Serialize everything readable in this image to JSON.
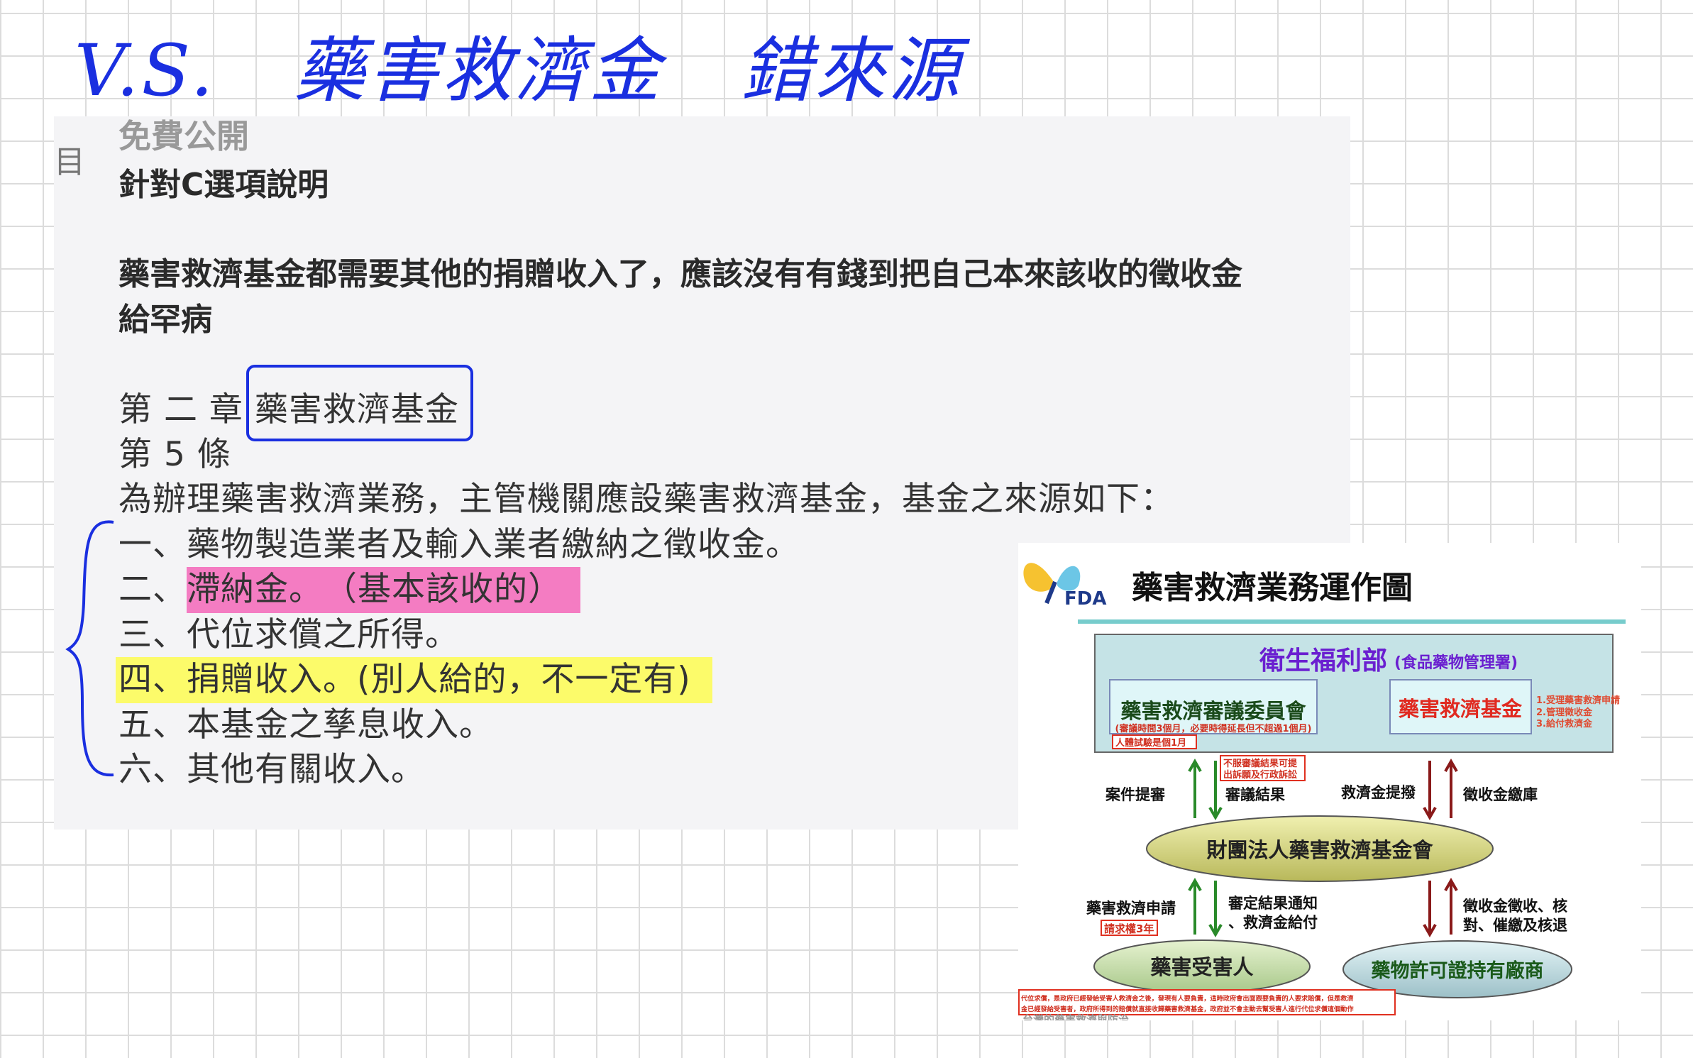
{
  "handwriting": {
    "vs": "V.S.",
    "subject": "藥害救濟金",
    "note": "錯來源",
    "color": "#1a2fe0"
  },
  "panel": {
    "cut_heading": "免費公開",
    "side_label": "目",
    "heading": "針對C選項說明",
    "paragraph": [
      "藥害救濟基金都需要其他的捐贈收入了，應該沒有有錢到把自己本來該收的徵收金",
      "給罕病"
    ],
    "chapter_prefix": "第 二 章 ",
    "chapter_title": "藥害救濟基金",
    "article": "第 5 條",
    "intro": "為辦理藥害救濟業務，主管機關應設藥害救濟基金，基金之來源如下：",
    "items": [
      {
        "num": "一、",
        "text": "藥物製造業者及輸入業者繳納之徵收金。"
      },
      {
        "num": "二、",
        "text": "滯納金。　（基本該收的）",
        "highlight": "#f47cc2"
      },
      {
        "num": "三、",
        "text": "代位求償之所得。"
      },
      {
        "num": "四、",
        "text": "捐贈收入。(別人給的，不一定有)",
        "highlight": "#fcfb6a"
      },
      {
        "num": "五、",
        "text": "本基金之孳息收入。"
      },
      {
        "num": "六、",
        "text": "其他有關收入。"
      }
    ]
  },
  "diagram": {
    "logo": "FDA",
    "title": "藥害救濟業務運作圖",
    "ministry": "衛生福利部",
    "ministry_sub": "(食品藥物管理署)",
    "committee": "藥害救濟審議委員會",
    "committee_note": "(審議時間3個月，必要時得延長但不超過1個月)",
    "committee_box": "人體試驗是個1月",
    "fund": "藥害救濟基金",
    "fund_duties": [
      "1.受理藥害救濟申請",
      "2.管理徵收金",
      "3.給付救濟金"
    ],
    "appeal": [
      "不服審議結果可提",
      "出訴願及行政訴訟"
    ],
    "label_case": "案件提審",
    "label_result": "審議結果",
    "label_allocate": "救濟金提撥",
    "label_treasury": "徵收金繳庫",
    "foundation": "財團法人藥害救濟基金會",
    "label_apply": "藥害救濟申請",
    "label_claim": "請求權3年",
    "label_notice": [
      "審定結果通知",
      "、救濟金給付"
    ],
    "label_levy": [
      "徵收金徵收、核",
      "對、催繳及核退"
    ],
    "victim": "藥害受害人",
    "licensee": "藥物許可證持有廠商",
    "footnote": [
      "代位求償，是政府已經發給受害人救濟金之後，發現有人要負責，這時政府會出面跟要負責的人要求賠償，但是救濟",
      "金已經發給受害者，政府所得到的賠償就直接收歸藥害救濟基金，政府並不會主動去幫受害人進行代位求償這個動作"
    ],
    "caption": "台灣的藥害救濟與防治"
  }
}
